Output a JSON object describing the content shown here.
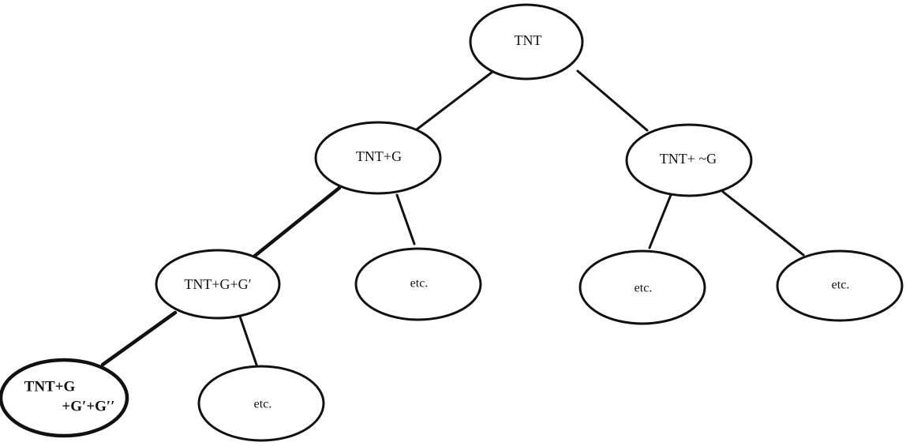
{
  "nodes": {
    "root": "TNT",
    "left": "TNT+G",
    "right": "TNT+ ~G",
    "left_left": "TNT+G+G′",
    "left_etc": "etc.",
    "right_left_etc": "etc.",
    "right_right_etc": "etc.",
    "deep": {
      "line1": "TNT+G",
      "line2": "+G′+G′′"
    },
    "deep_etc": "etc."
  }
}
